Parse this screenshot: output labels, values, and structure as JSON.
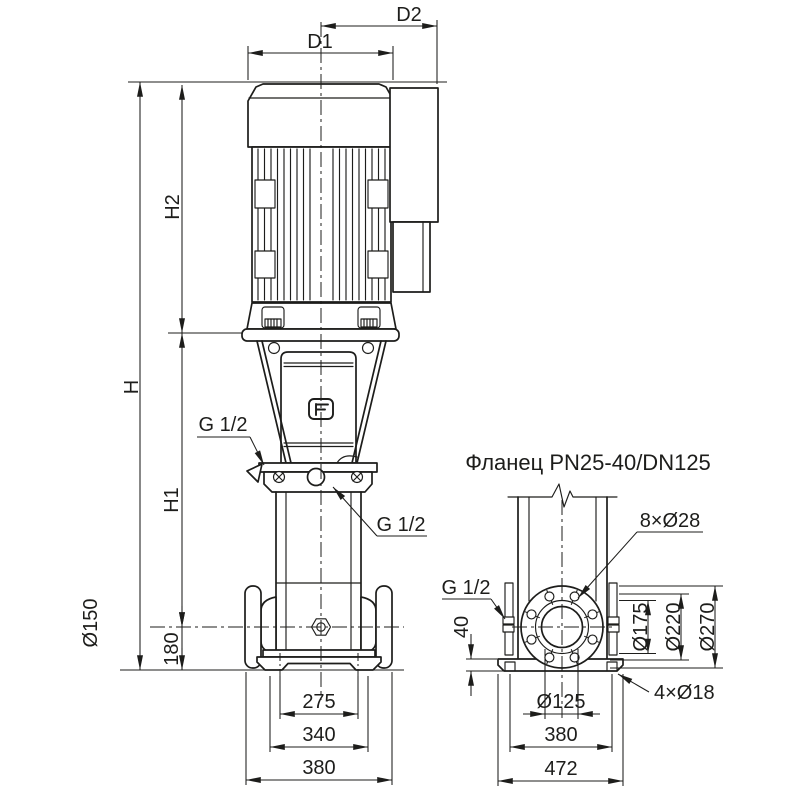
{
  "drawing": {
    "background": "#ffffff",
    "line_color": "#1d1d1b",
    "kind": "pump dimensional drawing"
  },
  "front_view": {
    "dimensions": {
      "d1": "D1",
      "d2": "D2",
      "h": "H",
      "h2": "H2",
      "h1": "H1",
      "base_180": "180",
      "base_275": "275",
      "base_340": "340",
      "base_380": "380",
      "port_diameter": "Ø150"
    },
    "ports": {
      "top": "G 1/2",
      "middle": "G 1/2"
    }
  },
  "flange_view": {
    "title": "Фланец PN25-40/DN125",
    "dimensions": {
      "bolt_holes": "8×Ø28",
      "plate_thickness": "40",
      "raised_face": "Ø175",
      "bolt_circle": "Ø220",
      "outer": "Ø270",
      "bore": "Ø125",
      "base_width": "380",
      "base_length": "472",
      "base_holes": "4×Ø18"
    },
    "ports": {
      "side": "G 1/2"
    }
  }
}
